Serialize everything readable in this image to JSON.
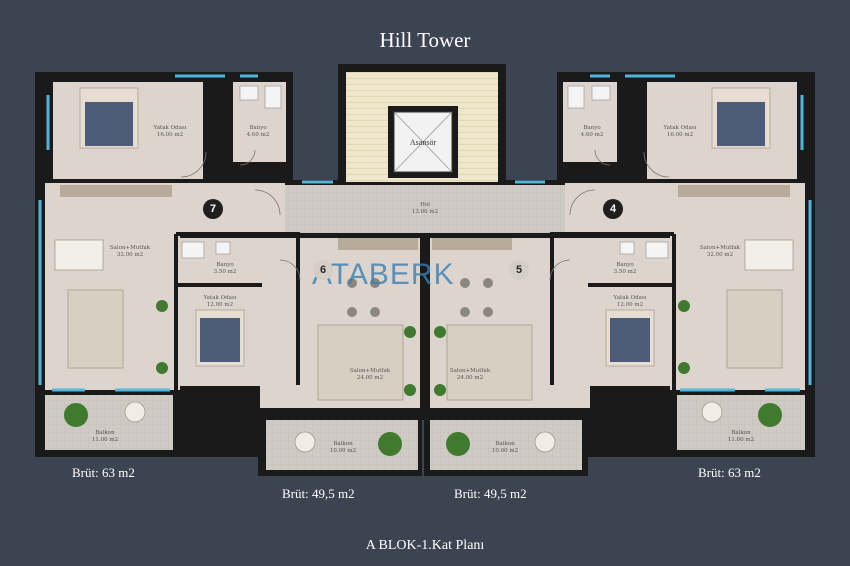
{
  "title": "Hill Tower",
  "footer": "A BLOK-1.Kat Planı",
  "watermark": "ATABERK",
  "elevator": "Asansör",
  "units": [
    "7",
    "4",
    "6",
    "5"
  ],
  "rooms": {
    "tl_bed": "Yatak Odası\n16.00 m2",
    "tl_bath": "Banyo\n4.60 m2",
    "tr_bath": "Banyo\n4.60 m2",
    "tr_bed": "Yatak Odası\n16.00 m2",
    "hall": "Hol\n13.00 m2",
    "l_salon": "Salon+Mutfak\n32.00 m2",
    "r_salon": "Salon+Mutfak\n32.00 m2",
    "ml_bath": "Banyo\n3.50 m2",
    "mr_bath": "Banyo\n3.50 m2",
    "ml_bed": "Yatak Odası\n12.00 m2",
    "mr_bed": "Yatak Odası\n12.00 m2",
    "cl_salon": "Salon+Mutfak\n24.00 m2",
    "cr_salon": "Salon+Mutfak\n24.00 m2",
    "l_balcony": "Balkon\n11.00 m2",
    "r_balcony": "Balkon\n11.00 m2",
    "cl_balcony": "Balkon\n10.00 m2",
    "cr_balcony": "Balkon\n10.00 m2"
  },
  "gross": {
    "left": "Brüt: 63 m2",
    "right": "Brüt: 63 m2",
    "center_left": "Brüt: 49,5 m2",
    "center_right": "Brüt: 49,5 m2"
  },
  "colors": {
    "background": "#3c4351",
    "wall": "#1a1a1a",
    "floor": "#ddd5cd",
    "window": "#4fb6dd"
  }
}
